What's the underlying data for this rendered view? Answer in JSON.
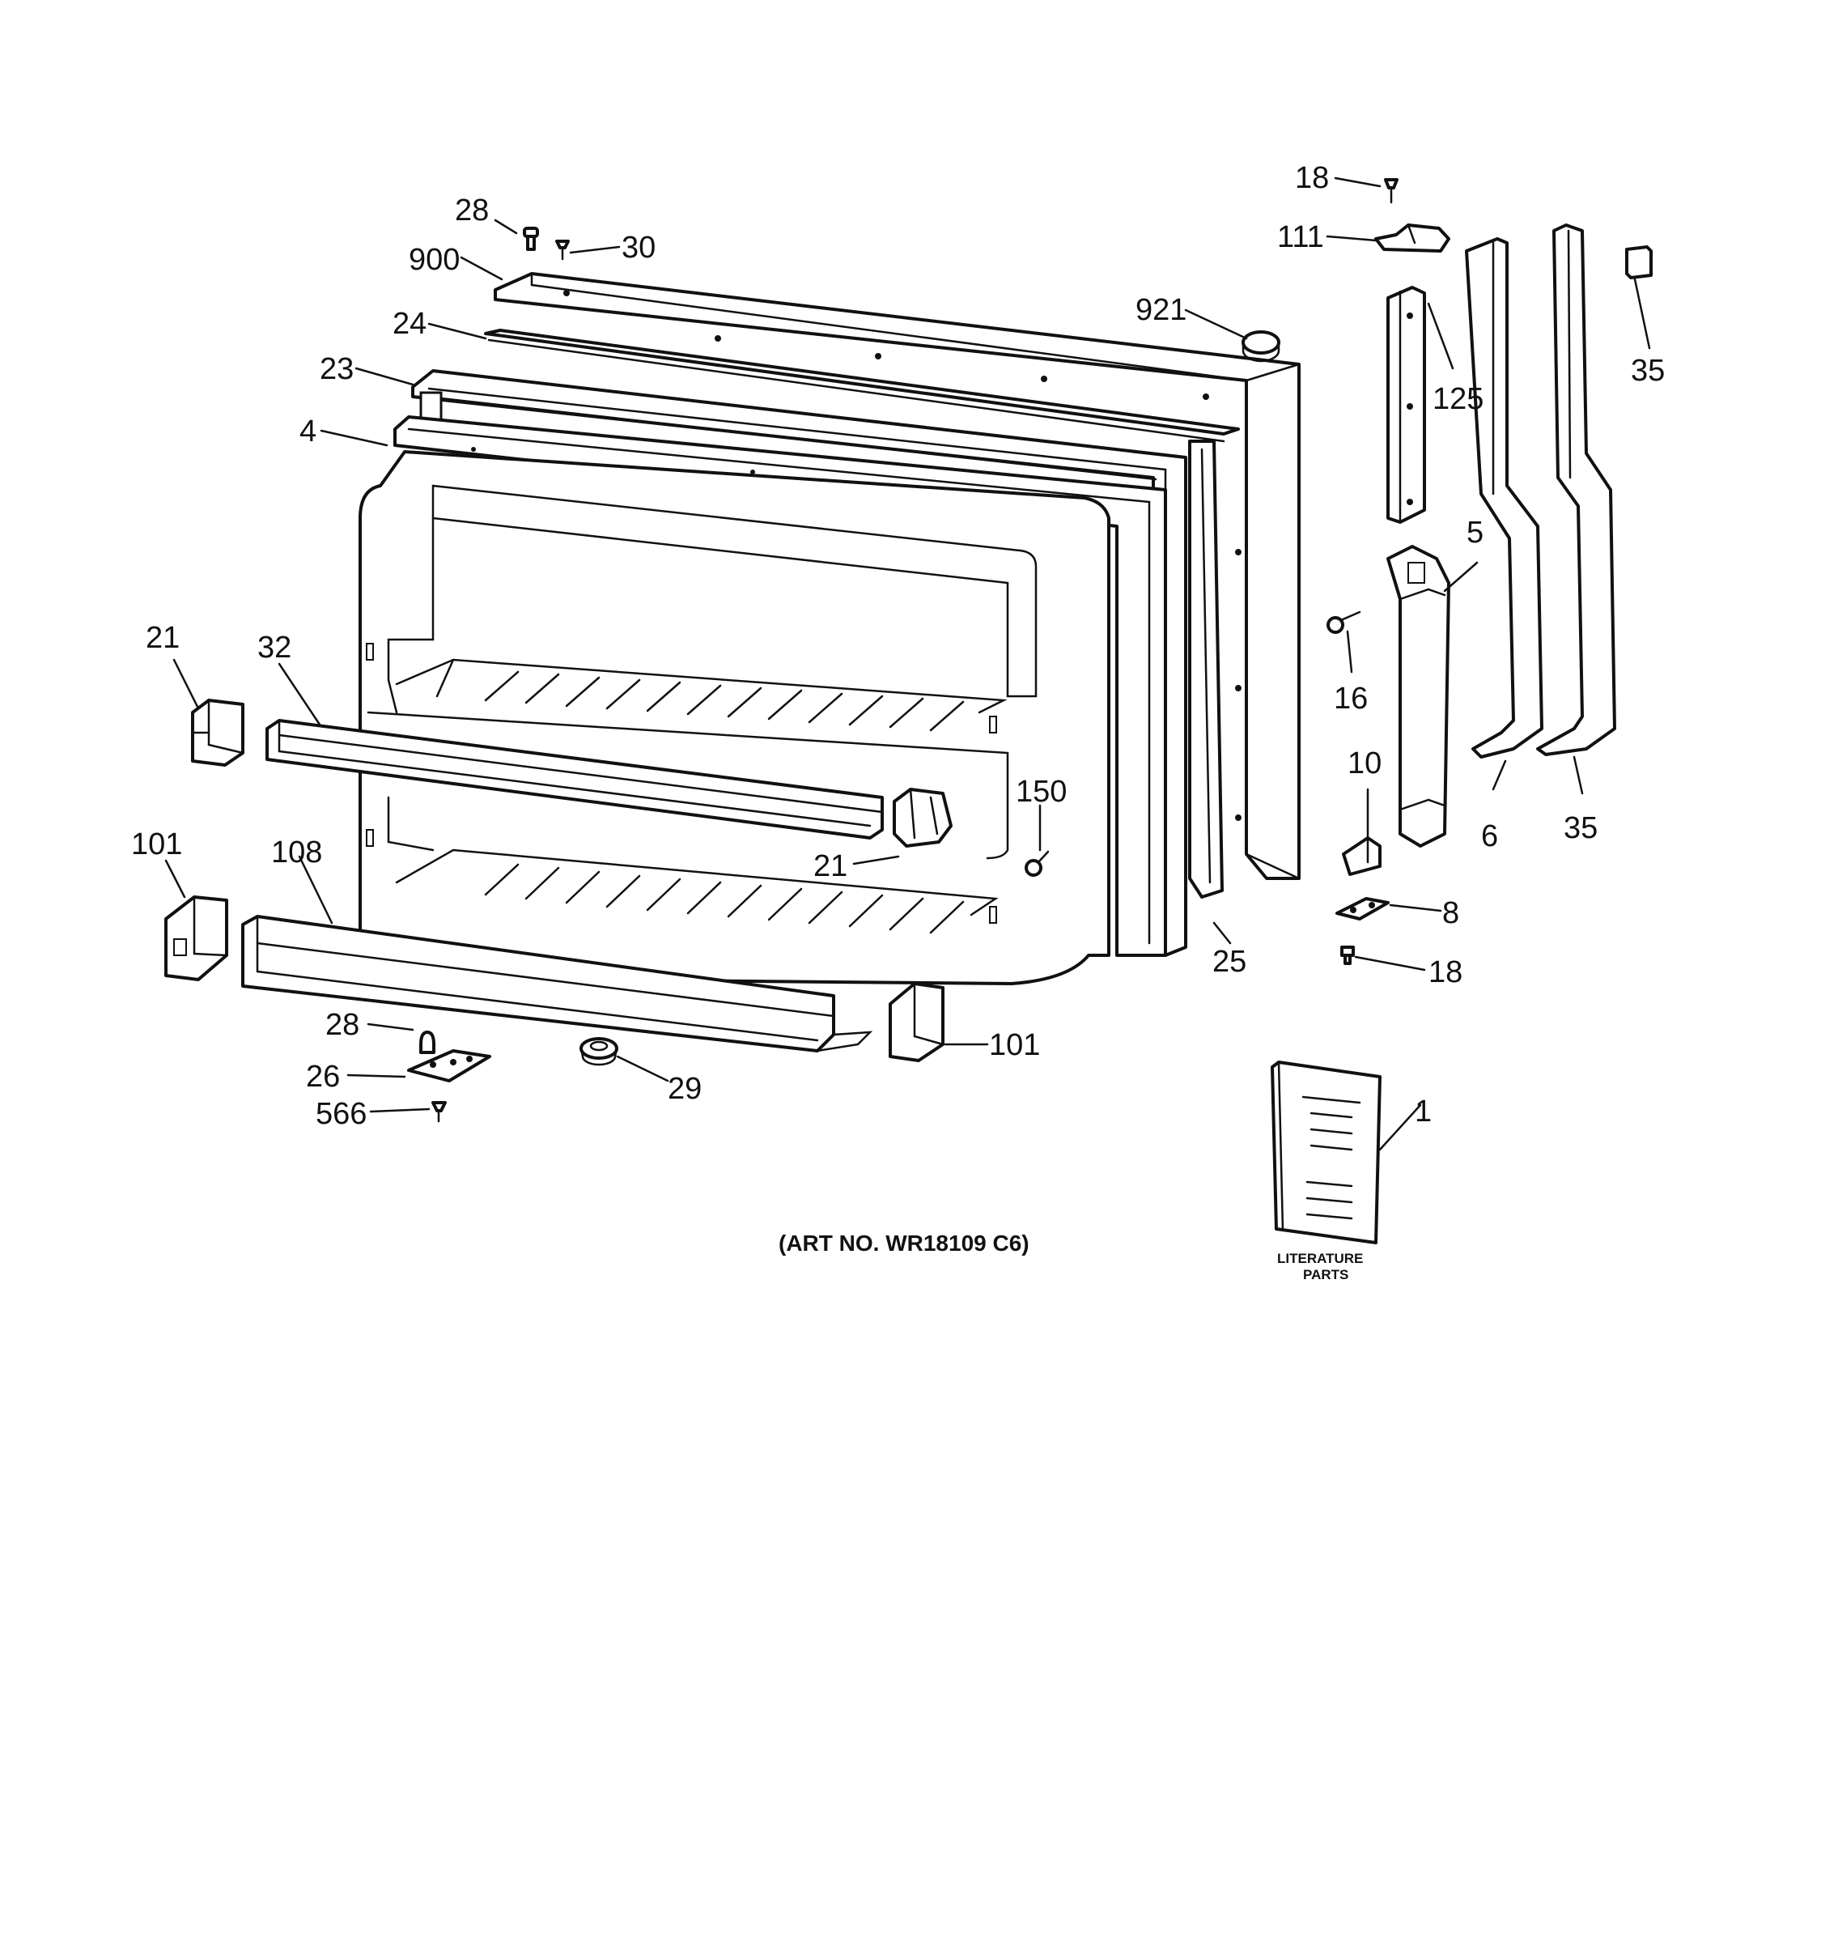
{
  "diagram": {
    "art_number": "(ART NO. WR18109 C6)",
    "literature_label_line1": "LITERATURE",
    "literature_label_line2": "PARTS",
    "callouts": {
      "c_18_top": "18",
      "c_111": "111",
      "c_28_top": "28",
      "c_30": "30",
      "c_900": "900",
      "c_921": "921",
      "c_24": "24",
      "c_23": "23",
      "c_4": "4",
      "c_125": "125",
      "c_35_top": "35",
      "c_5": "5",
      "c_21_left": "21",
      "c_32": "32",
      "c_16": "16",
      "c_10": "10",
      "c_150": "150",
      "c_21_mid": "21",
      "c_6": "6",
      "c_35_bottom": "35",
      "c_101_left": "101",
      "c_108": "108",
      "c_8": "8",
      "c_25": "25",
      "c_18_bottom": "18",
      "c_28_bottom": "28",
      "c_101_right": "101",
      "c_26": "26",
      "c_29": "29",
      "c_566": "566",
      "c_1": "1"
    }
  }
}
